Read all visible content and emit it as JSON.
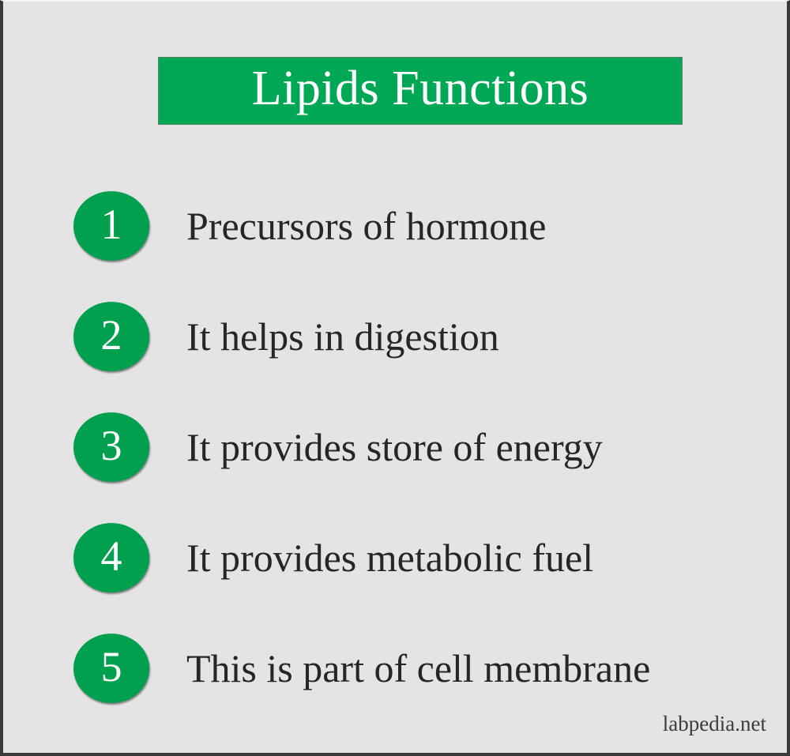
{
  "page": {
    "background_color": "#e4e4e4",
    "border_color": "#3a3a3a",
    "accent_green": "#00a855",
    "badge_green": "#00a04f",
    "text_color": "#262626"
  },
  "header": {
    "title": "Lipids Functions"
  },
  "list": {
    "items": [
      {
        "number": "1",
        "label": "Precursors of hormone"
      },
      {
        "number": "2",
        "label": "It helps in digestion"
      },
      {
        "number": "3",
        "label": "It provides store of energy"
      },
      {
        "number": "4",
        "label": "It provides metabolic fuel"
      },
      {
        "number": "5",
        "label": "This is part of cell membrane"
      }
    ]
  },
  "footer": {
    "watermark": "labpedia.net"
  }
}
